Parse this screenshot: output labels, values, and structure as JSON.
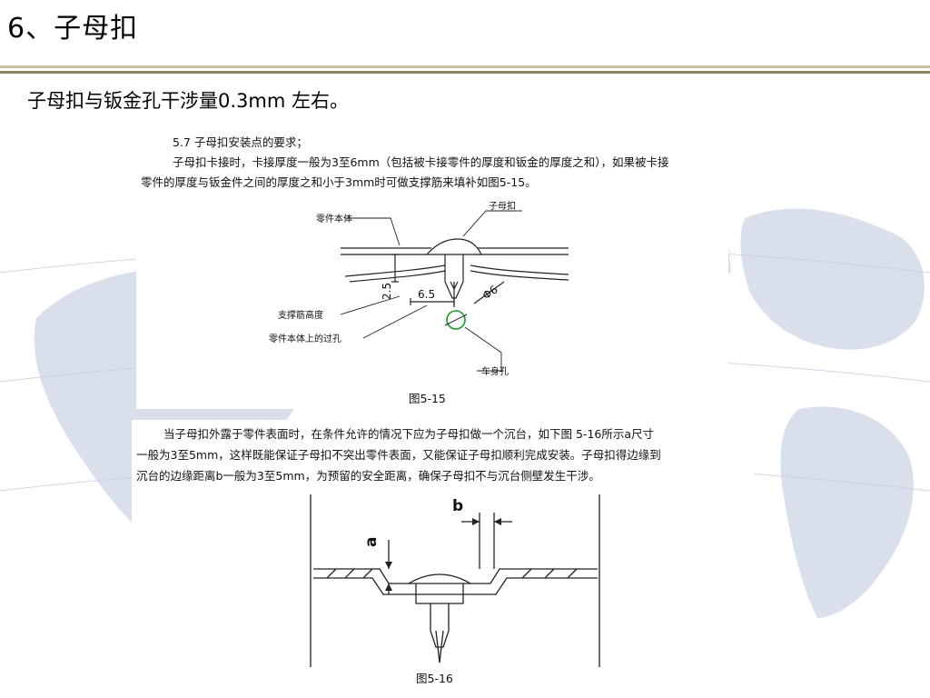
{
  "slide": {
    "title": "6、子母扣",
    "subtitle": "子母扣与钣金孔干涉量0.3mm 左右。"
  },
  "section1": {
    "heading": "5.7  子母扣安装点的要求；",
    "line1": "子母扣卡接时，卡接厚度一般为3至6mm（包括被卡接零件的厚度和钣金的厚度之和），如果被卡接",
    "line2": "零件的厚度与钣金件之间的厚度之和小于3mm时可做支撑筋来填补如图5-15。"
  },
  "figure1": {
    "caption": "图5-15",
    "labels": {
      "part_body": "零件本体",
      "clip": "子母扣",
      "rib_height": "支撑筋高度",
      "via_hole": "零件本体上的过孔",
      "body_hole": "车身孔",
      "dim_25": "2.5",
      "dim_65": "6.5",
      "dim_phi6": "Φ6"
    }
  },
  "section2": {
    "line1": "当子母扣外露于零件表面时，在条件允许的情况下应为子母扣做一个沉台，如下图 5-16所示a尺寸",
    "line2": "一般为3至5mm，这样既能保证子母扣不突出零件表面，又能保证子母扣顺利完成安装。子母扣得边缘到",
    "line3": "沉台的边缘距离b一般为3至5mm，为预留的安全距离，确保子母扣不与沉台侧壁发生干涉。"
  },
  "figure2": {
    "caption": "图5-16",
    "labels": {
      "a": "a",
      "b": "b"
    }
  }
}
